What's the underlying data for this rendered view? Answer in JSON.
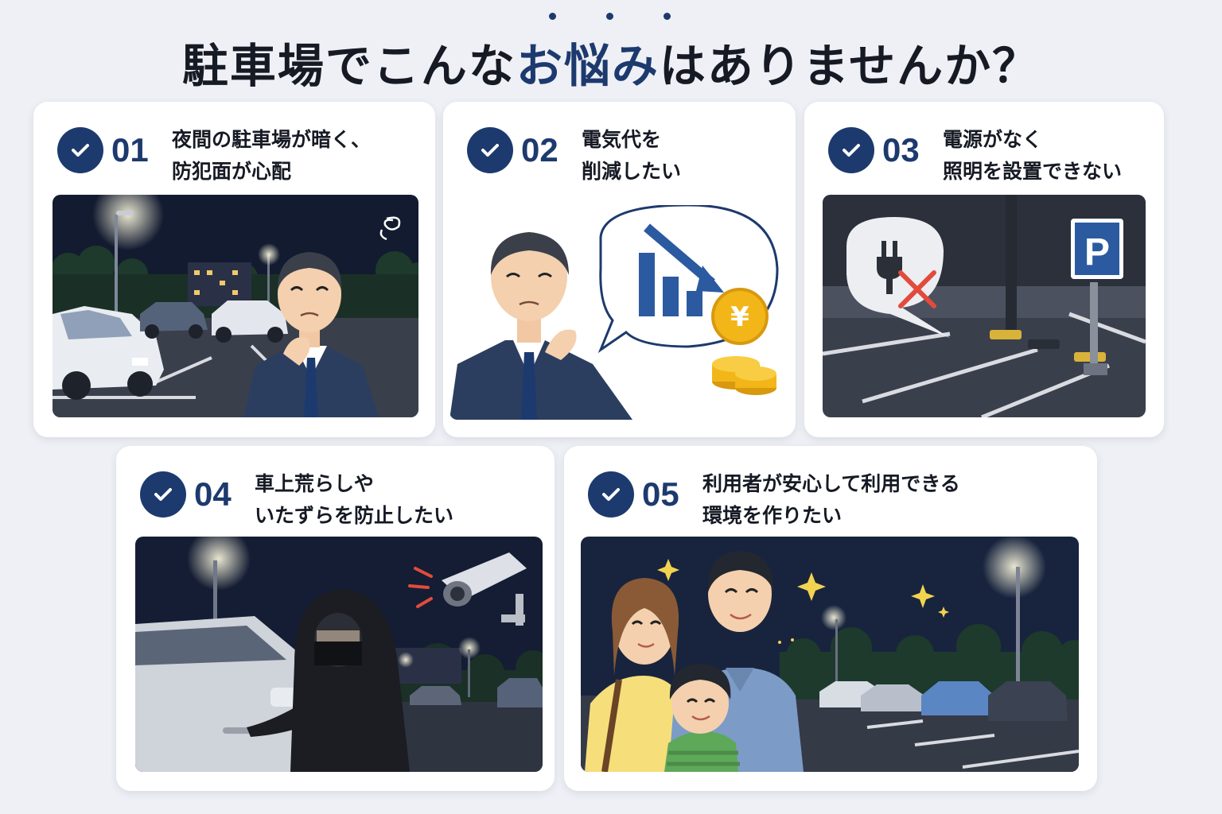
{
  "title": {
    "before": "駐車場でこんな",
    "accent": "お悩み",
    "after": "はありませんか？"
  },
  "cards": [
    {
      "num": "01",
      "line1": "夜間の駐車場が暗く、",
      "line2": "防犯面が心配"
    },
    {
      "num": "02",
      "line1": "電気代を",
      "line2": "削減したい"
    },
    {
      "num": "03",
      "line1": "電源がなく",
      "line2": "照明を設置できない"
    },
    {
      "num": "04",
      "line1": "車上荒らしや",
      "line2": "いたずらを防止したい"
    },
    {
      "num": "05",
      "line1": "利用者が安心して利用できる",
      "line2": "環境を作りたい"
    }
  ],
  "icons": {
    "check": "check-icon",
    "yen": "yen-coin-icon",
    "plug": "power-plug-icon",
    "parking": "parking-sign-icon",
    "camera": "security-camera-icon"
  },
  "yen_symbol": "¥",
  "parking_letter": "P",
  "colors": {
    "accent": "#1d3a6e",
    "background": "#eef0f5",
    "card": "#ffffff",
    "night_sky": "#141d33",
    "coin": "#f2b619",
    "cross": "#e24b3b"
  }
}
